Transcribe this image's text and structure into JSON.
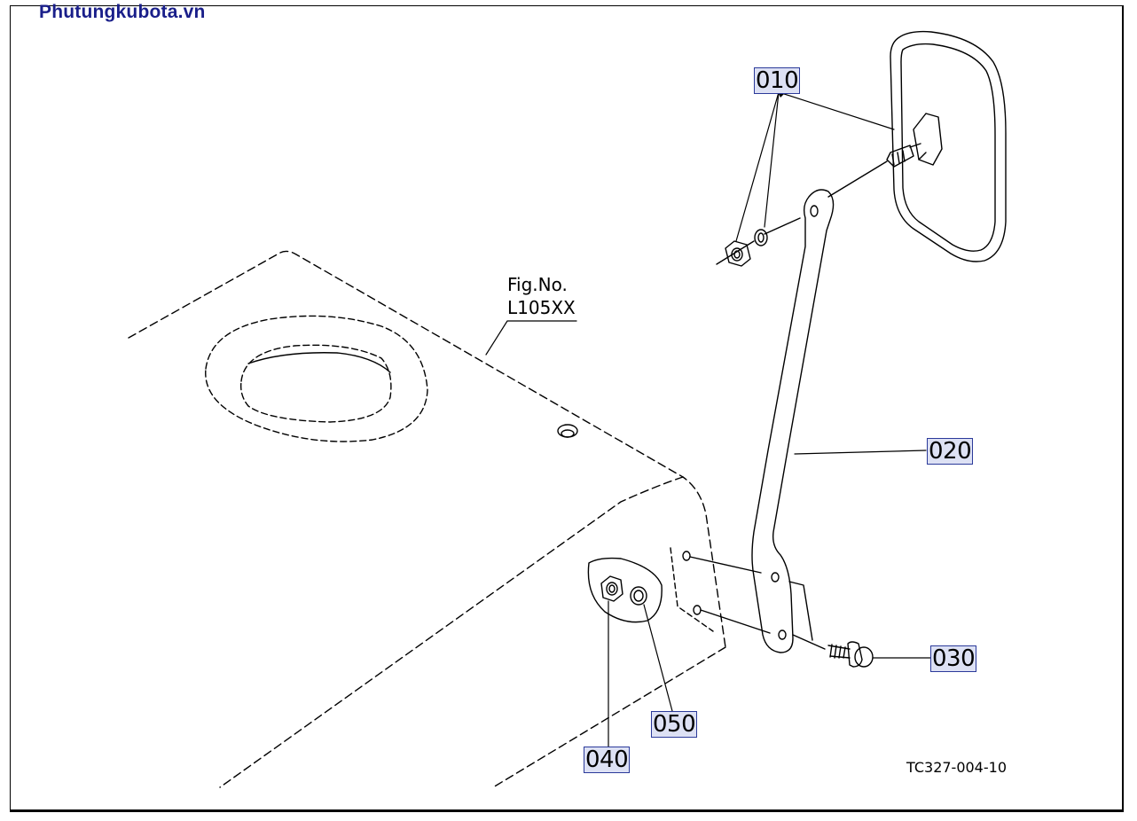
{
  "brand": "Phutungkubota.vn",
  "figure": {
    "line1": "Fig.No.",
    "line2": "L105XX"
  },
  "drawing_code": "TC327-004-10",
  "callouts": {
    "p010": "010",
    "p020": "020",
    "p030": "030",
    "p040": "040",
    "p050": "050"
  }
}
